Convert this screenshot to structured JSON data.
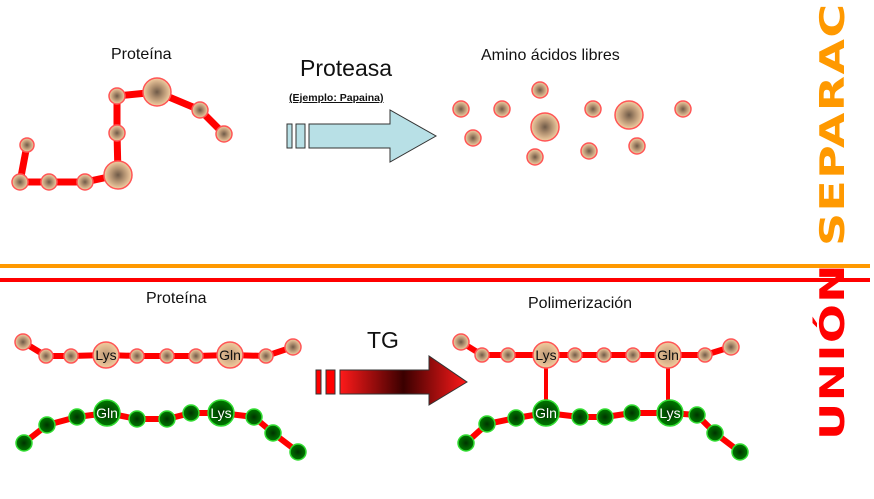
{
  "top_section": {
    "left_title": "Proteína",
    "enzyme_label": "Proteasa",
    "enzyme_example": "(Ejemplo: Papaina)",
    "right_title": "Amino ácidos libres",
    "side_label": "SEPARACIÓN",
    "side_color": "#FF9900"
  },
  "bottom_section": {
    "left_title": "Proteína",
    "enzyme_label": "TG",
    "right_title": "Polimerización",
    "side_label": "UNIÓN",
    "side_color": "#FF0000",
    "residues": {
      "chain_a_lys": "Lys",
      "chain_a_gln": "Gln",
      "chain_b_gln": "Gln",
      "chain_b_lys": "Lys"
    }
  },
  "colors": {
    "divider_orange": "#FF9900",
    "divider_red": "#FF0000",
    "bond_red": "#FF0000",
    "tan_node": "#F2C89B",
    "green_node": "#006600",
    "protease_arrow": "#B8E0E6"
  }
}
